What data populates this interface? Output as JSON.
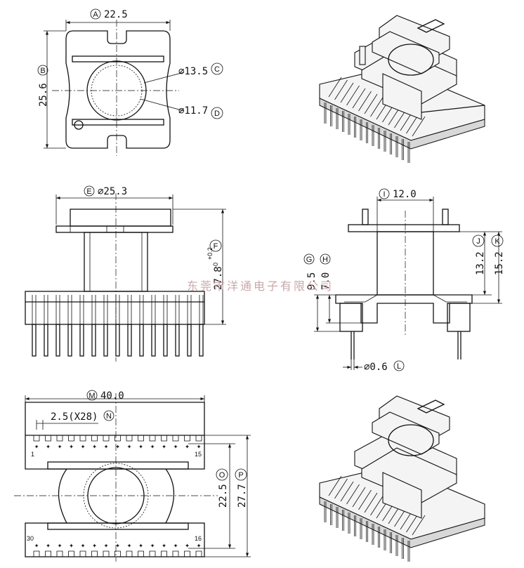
{
  "watermark": "东莞市洋通电子有限公司",
  "dimensions": {
    "A": {
      "letter": "A",
      "value": "22.5"
    },
    "B": {
      "letter": "B",
      "value": "25.6"
    },
    "C": {
      "letter": "C",
      "value": "⌀13.5"
    },
    "D": {
      "letter": "D",
      "value": "⌀11.7"
    },
    "E": {
      "letter": "E",
      "value": "⌀25.3"
    },
    "F": {
      "letter": "F",
      "value": "27.8",
      "tol_plus": "+0.2",
      "tol_minus": "-0"
    },
    "G": {
      "letter": "G",
      "value": "9.5"
    },
    "H": {
      "letter": "H",
      "value": "7.0"
    },
    "I": {
      "letter": "I",
      "value": "12.0"
    },
    "J": {
      "letter": "J",
      "value": "13.2"
    },
    "K": {
      "letter": "K",
      "value": "15.2"
    },
    "L": {
      "letter": "L",
      "value": "⌀0.6"
    },
    "M": {
      "letter": "M",
      "value": "40.0"
    },
    "N": {
      "letter": "N",
      "value": "2.5(X28)"
    },
    "O": {
      "letter": "O",
      "value": "22.5"
    },
    "P": {
      "letter": "P",
      "value": "27.7"
    }
  },
  "pin_labels": {
    "top_left": "1",
    "top_right": "15",
    "bottom_left": "30",
    "bottom_right": "16"
  }
}
